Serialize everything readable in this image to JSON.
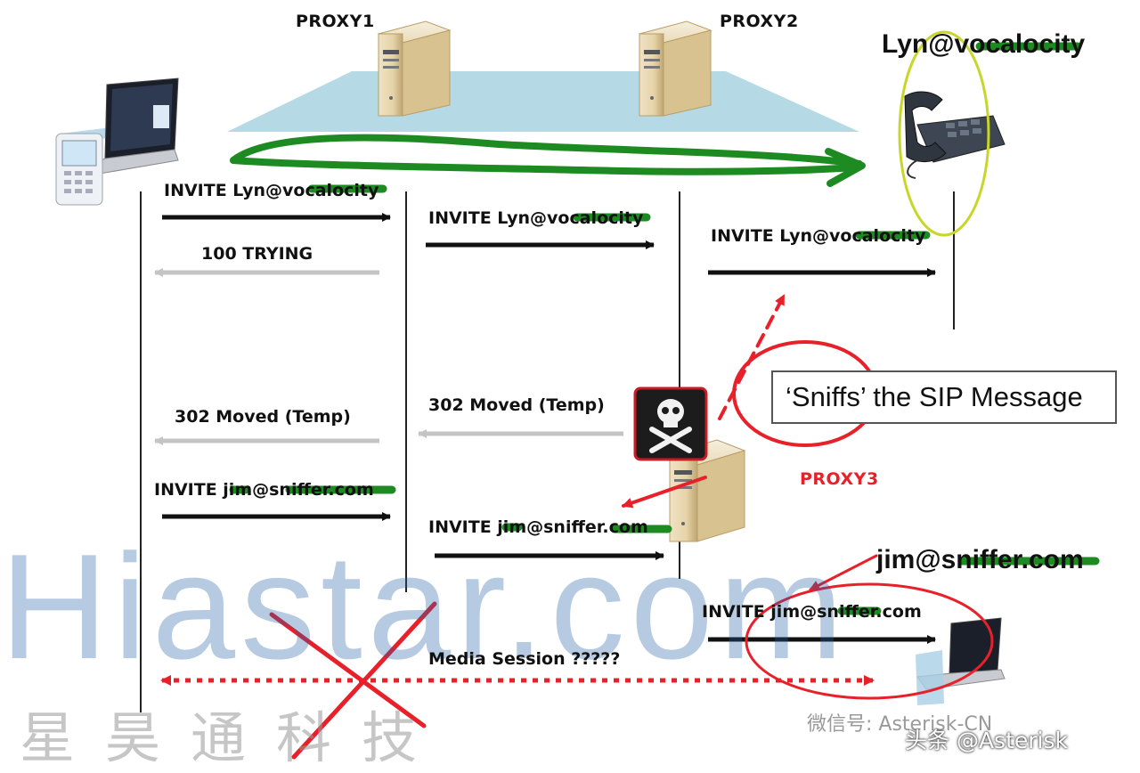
{
  "nodes": {
    "proxy1_label": "PROXY1",
    "proxy2_label": "PROXY2",
    "proxy3_label": "PROXY3",
    "callee_label": "Lyn@vocalocity",
    "redirect_target_label": "jim@sniffer.com"
  },
  "messages": [
    {
      "id": "m1",
      "label": "INVITE Lyn@vocalocity",
      "direction": "forward"
    },
    {
      "id": "m2",
      "label": "100 TRYING",
      "direction": "back"
    },
    {
      "id": "m3",
      "label": "INVITE Lyn@vocalocity",
      "direction": "forward"
    },
    {
      "id": "m4",
      "label": "INVITE Lyn@vocalocity",
      "direction": "forward"
    },
    {
      "id": "m5",
      "label": "302 Moved (Temp)",
      "direction": "back"
    },
    {
      "id": "m6",
      "label": "302 Moved (Temp)",
      "direction": "back"
    },
    {
      "id": "m7",
      "label": "INVITE jim@sniffer.com",
      "direction": "forward"
    },
    {
      "id": "m8",
      "label": "INVITE jim@sniffer.com",
      "direction": "forward"
    },
    {
      "id": "m9",
      "label": "INVITE jim@sniffer.com",
      "direction": "forward"
    },
    {
      "id": "m10",
      "label": "Media Session ?????",
      "direction": "both"
    }
  ],
  "callout": {
    "text": "‘Sniffs’ the SIP Message"
  },
  "watermark": {
    "latin": "Hiastar.com",
    "chinese": "星昊通科技"
  },
  "footer": {
    "wechat": "微信号: Asterisk-CN",
    "toutiao": "头条 @Asterisk"
  },
  "colors": {
    "arrow_dark": "#111111",
    "arrow_gray": "#c4c4c4",
    "green_annotation": "#1e8a22",
    "red_annotation": "#e8202a",
    "yellow_circle": "#c8d62a",
    "network_plane": "#a8d4e0"
  },
  "icons": {
    "servers": "server-tower-icon",
    "caller": "laptop-with-phone-icon",
    "callee": "desk-phone-icon",
    "attacker": "skull-crossbones-icon",
    "redirect_target": "laptop-icon"
  }
}
